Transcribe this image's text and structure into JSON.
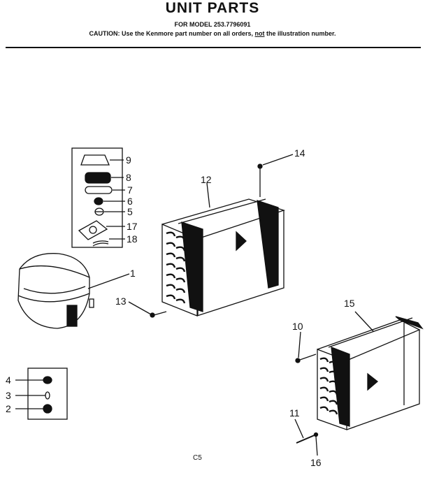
{
  "header": {
    "title": "UNIT PARTS",
    "model": "FOR MODEL 253.7796091",
    "caution_prefix": "CAUTION: Use the Kenmore part number on all orders,",
    "caution_not": "not",
    "caution_suffix": "the illustration number."
  },
  "callouts": {
    "c1": "1",
    "c2": "2",
    "c3": "3",
    "c4": "4",
    "c5": "5",
    "c6": "6",
    "c7": "7",
    "c8": "8",
    "c9": "9",
    "c10": "10",
    "c11": "11",
    "c12": "12",
    "c13": "13",
    "c14": "14",
    "c15": "15",
    "c16": "16",
    "c17": "17",
    "c18": "18"
  },
  "footer": {
    "page_code": "C5"
  }
}
